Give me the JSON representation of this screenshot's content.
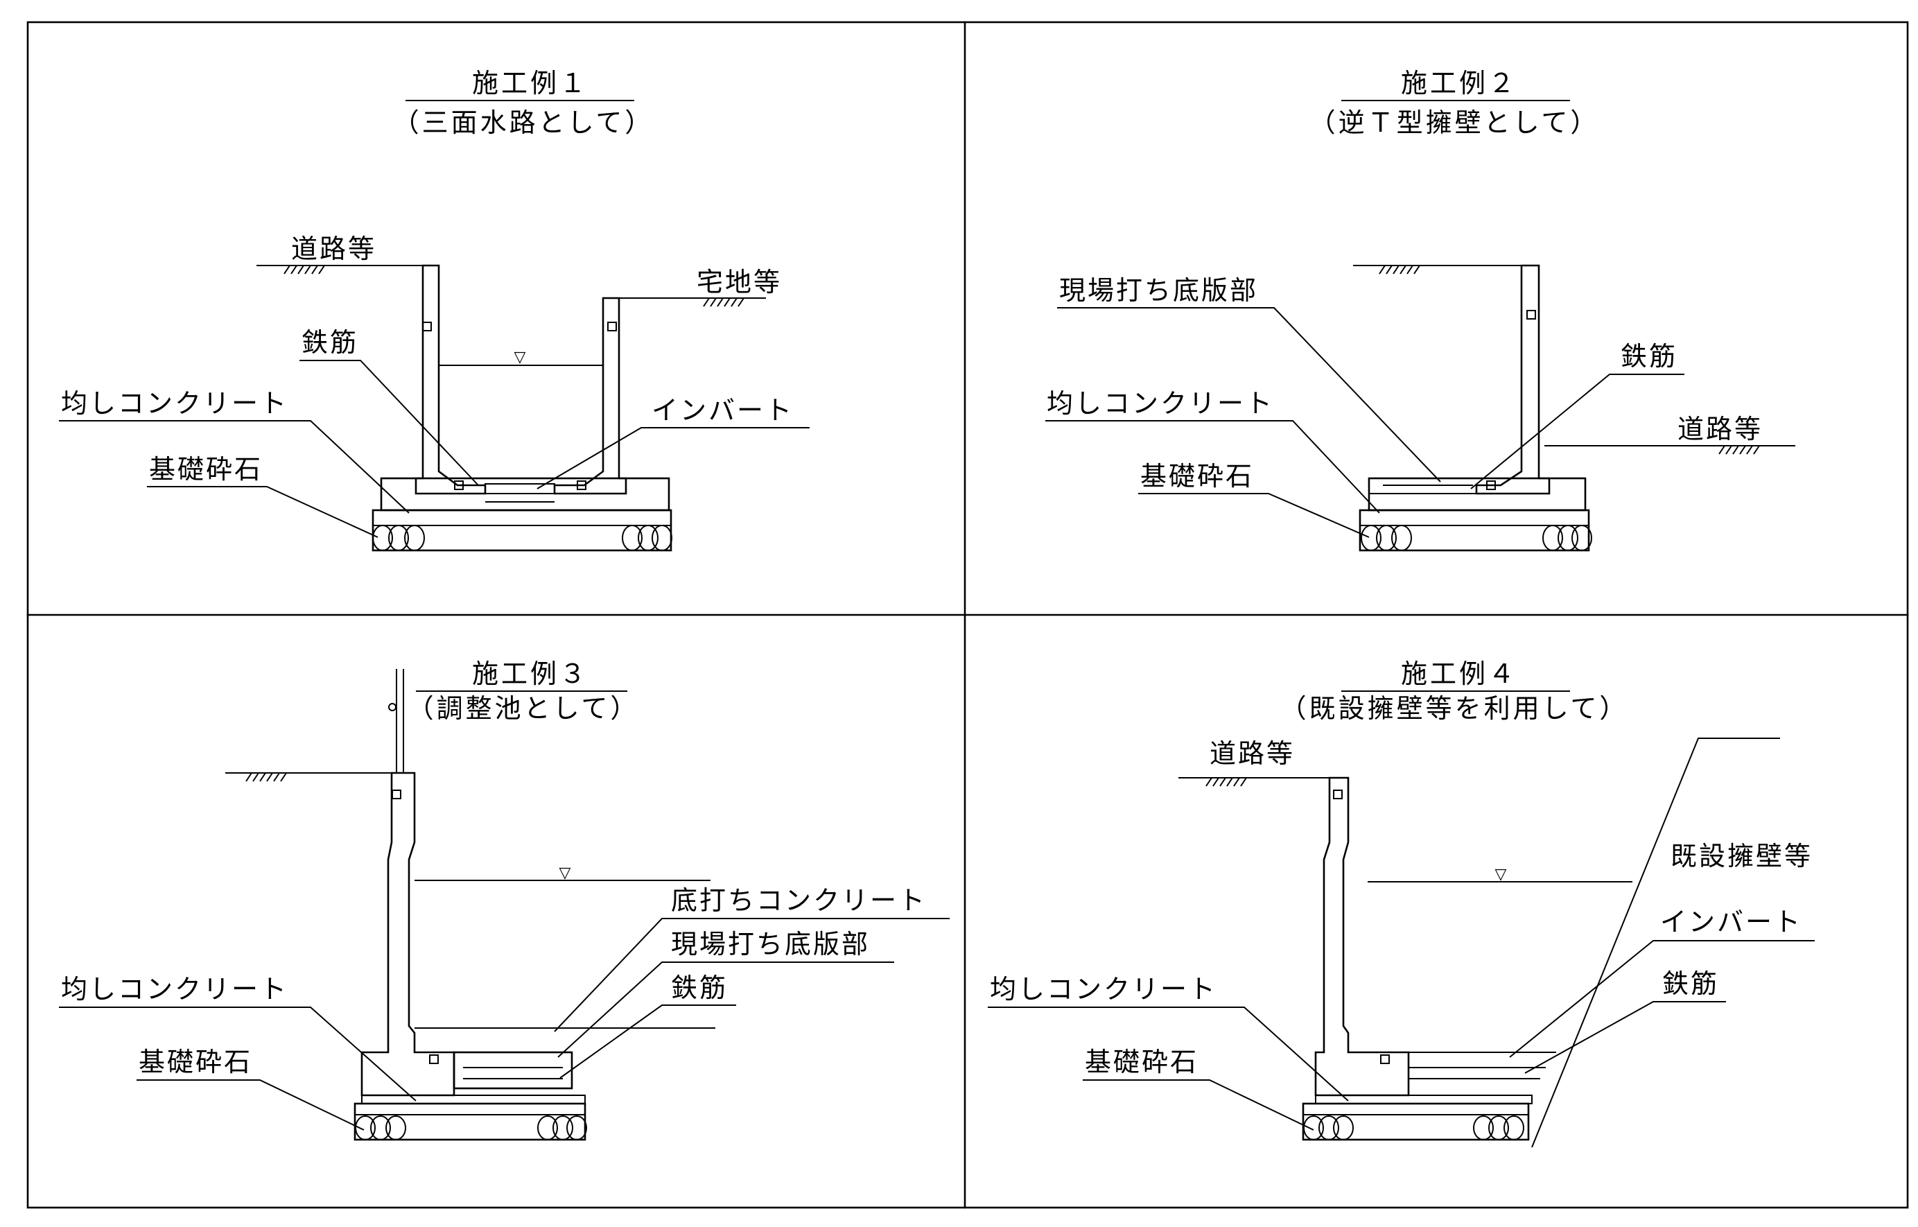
{
  "panels": [
    {
      "title": "施工例１",
      "subtitle": "（三面水路として）",
      "labels": {
        "road": "道路等",
        "residential": "宅地等",
        "rebar": "鉄筋",
        "invert": "インバート",
        "leveling": "均しコンクリート",
        "gravel": "基礎砕石"
      }
    },
    {
      "title": "施工例２",
      "subtitle": "（逆Ｔ型擁壁として）",
      "labels": {
        "slab": "現場打ち底版部",
        "rebar": "鉄筋",
        "road": "道路等",
        "leveling": "均しコンクリート",
        "gravel": "基礎砕石"
      }
    },
    {
      "title": "施工例３",
      "subtitle": "（調整池として）",
      "labels": {
        "bottom_concrete": "底打ちコンクリート",
        "slab": "現場打ち底版部",
        "rebar": "鉄筋",
        "leveling": "均しコンクリート",
        "gravel": "基礎砕石"
      }
    },
    {
      "title": "施工例４",
      "subtitle": "（既設擁壁等を利用して）",
      "labels": {
        "road": "道路等",
        "existing_wall": "既設擁壁等",
        "invert": "インバート",
        "rebar": "鉄筋",
        "leveling": "均しコンクリート",
        "gravel": "基礎砕石"
      }
    }
  ],
  "symbols": {
    "water_level": "▽",
    "anchor_mark": "ø"
  }
}
